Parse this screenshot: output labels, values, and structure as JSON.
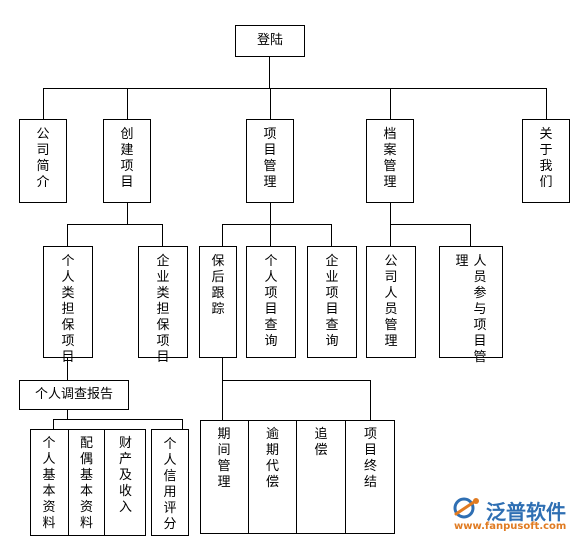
{
  "nodes": {
    "login": "登陆",
    "company_intro": "公司简介",
    "create_project": "创建项目",
    "project_mgmt": "项目管理",
    "archive_mgmt": "档案管理",
    "about_us": "关于我们",
    "personal_guarantee_project": "个人类担保项目",
    "enterprise_guarantee_project": "企业类担保项目",
    "post_guarantee_tracking": "保后跟踪",
    "personal_project_query": "个人项目查询",
    "enterprise_project_query": "企业项目查询",
    "company_staff_mgmt": "公司人员管理",
    "staff_project_mgmt_col1": "人员参与项目管",
    "staff_project_mgmt_col2": "理",
    "personal_survey_report": "个人调查报告",
    "personal_basic_info": "个人基本资料",
    "spouse_basic_info": "配偶基本资料",
    "assets_income": "财产及收入",
    "personal_credit_score": "个人信用评分",
    "period_mgmt": "期间管理",
    "overdue_compensation": "逾期代偿",
    "recovery": "追偿",
    "project_closing": "项目终结"
  },
  "logo": {
    "brand": "泛普软件",
    "url": "www.fanpusoft.com",
    "brand_color": "#2f6fb3",
    "url_color": "#e07b22"
  }
}
